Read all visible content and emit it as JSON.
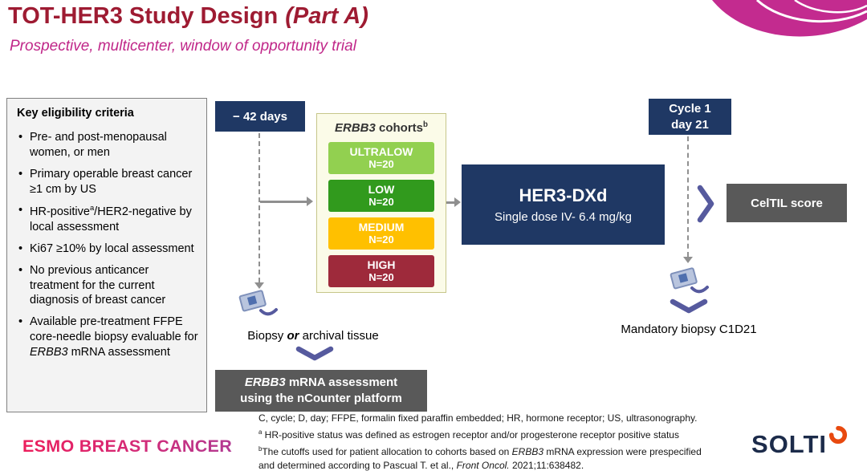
{
  "header": {
    "title": "TOT-HER3 Study Design",
    "title_suffix": "(Part A)",
    "subtitle": "Prospective, multicenter, window of opportunity trial"
  },
  "eligibility": {
    "title": "Key eligibility criteria",
    "item1": "Pre- and post-menopausal women, or men",
    "item2": "Primary operable breast cancer ≥1 cm by US",
    "item3_pre": "HR-positive",
    "item3_sup": "a",
    "item3_post": "/HER2-negative by local assessment",
    "item4": "Ki67 ≥10% by local assessment",
    "item5": "No previous anticancer treatment for the current diagnosis of breast cancer",
    "item6_pre": "Available pre-treatment FFPE core-needle biopsy evaluable for ",
    "item6_gene": "ERBB3",
    "item6_post": " mRNA assessment"
  },
  "flow": {
    "minus42_label": "− 42 days",
    "cohorts_gene": "ERBB3",
    "cohorts_rest": " cohorts",
    "cohorts_sup": "b",
    "cohorts": [
      {
        "label": "ULTRALOW",
        "n": "N=20",
        "color": "#92d050"
      },
      {
        "label": "LOW",
        "n": "N=20",
        "color": "#319a1d"
      },
      {
        "label": "MEDIUM",
        "n": "N=20",
        "color": "#ffc000"
      },
      {
        "label": "HIGH",
        "n": "N=20",
        "color": "#9e2a3b"
      }
    ],
    "treatment_title": "HER3-DXd",
    "treatment_subtitle": "Single dose IV- 6.4 mg/kg",
    "cycle_line1": "Cycle 1",
    "cycle_line2": "day 21",
    "celtil_label": "CelTIL score",
    "biopsy_pre": "Biopsy ",
    "biopsy_or": "or",
    "biopsy_post": " archival tissue",
    "mandatory_biopsy": "Mandatory biopsy C1D21",
    "assessment_gene": "ERBB3",
    "assessment_line1_rest": " mRNA assessment",
    "assessment_line2": "using the nCounter platform"
  },
  "footnotes": {
    "line1": "C, cycle; D, day; FFPE, formalin fixed paraffin embedded; HR, hormone receptor; US, ultrasonography.",
    "line2_sup": "a",
    "line2_text": " HR-positive status was defined as estrogen receptor and/or progesterone receptor positive status",
    "line3_sup": "b",
    "line3_pre": "The cutoffs used for patient allocation to cohorts based on ",
    "line3_gene": "ERBB3",
    "line3_post": " mRNA expression were prespecified",
    "line4_pre": "and determined according to Pascual T. et al., ",
    "line4_journal": "Front Oncol.",
    "line4_post": " 2021;11:638482."
  },
  "logos": {
    "esmo": "ESMO BREAST CANCER",
    "solti": "SOLTI"
  },
  "colors": {
    "navy": "#1f3864",
    "gray_box": "#595959",
    "title_red": "#9e1b32",
    "subtitle_pink": "#c02789",
    "arrow_gray": "#8f8f8f",
    "chevron_blue": "#565a9e",
    "ribbon_pink": "#c32b8f",
    "solti_orange": "#e8490f"
  }
}
